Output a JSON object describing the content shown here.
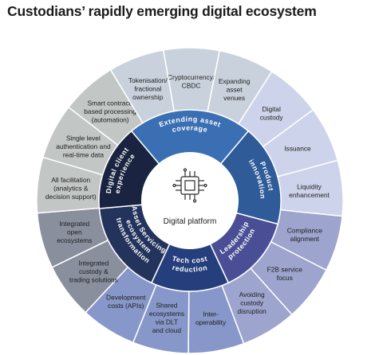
{
  "title": "Custodians’ rapidly emerging digital ecosystem",
  "center": {
    "label": "Digital platform",
    "icon": "chip-icon"
  },
  "inner_ring": [
    {
      "label": "Extending asset coverage",
      "lines": [
        "Extending asset",
        "coverage"
      ],
      "color": "#3b6fb3",
      "start": -40,
      "end": 40
    },
    {
      "label": "Product innovation",
      "lines": [
        "Product",
        "innovation"
      ],
      "color": "#2f5b98",
      "start": 40,
      "end": 105
    },
    {
      "label": "Leadership protection",
      "lines": [
        "Leadership",
        "protection"
      ],
      "color": "#4a4f95",
      "start": 105,
      "end": 155
    },
    {
      "label": "Tech cost reduction",
      "lines": [
        "Tech cost",
        "reduction"
      ],
      "color": "#253e7c",
      "start": 155,
      "end": 205
    },
    {
      "label": "Asset servicing ecosystem transformation",
      "lines": [
        "Asset Servicing",
        "ecosystem",
        "transformation"
      ],
      "color": "#24335c",
      "start": 205,
      "end": 265
    },
    {
      "label": "Digital client experience",
      "lines": [
        "Digital client",
        "experience"
      ],
      "color": "#1a2340",
      "start": 265,
      "end": 320
    }
  ],
  "outer_ring": [
    {
      "lines": [
        "Cryptocurrency/",
        "CBDC"
      ],
      "color": "#c9d2dc"
    },
    {
      "lines": [
        "Expanding",
        "asset",
        "venues"
      ],
      "color": "#c9d2dc"
    },
    {
      "lines": [
        "Digital",
        "custody"
      ],
      "color": "#cdd3ea"
    },
    {
      "lines": [
        "Issuance"
      ],
      "color": "#cdd3ea"
    },
    {
      "lines": [
        "Liquidity",
        "enhancement"
      ],
      "color": "#cdd3ea"
    },
    {
      "lines": [
        "Compliance",
        "alignment"
      ],
      "color": "#9da4cd"
    },
    {
      "lines": [
        "F2B service",
        "focus"
      ],
      "color": "#9da4cd"
    },
    {
      "lines": [
        "Avoiding",
        "custody",
        "disruption"
      ],
      "color": "#9da4cd"
    },
    {
      "lines": [
        "Inter-",
        "operability"
      ],
      "color": "#8797c9"
    },
    {
      "lines": [
        "Shared",
        "ecosystems",
        "via DLT",
        "and cloud"
      ],
      "color": "#8797c9"
    },
    {
      "lines": [
        "Development",
        "costs (APIs)"
      ],
      "color": "#8797c9"
    },
    {
      "lines": [
        "Integrated",
        "custody &",
        "trading solutions"
      ],
      "color": "#8a8f9e"
    },
    {
      "lines": [
        "Integrated",
        "open",
        "ecosystems"
      ],
      "color": "#8a8f9e"
    },
    {
      "lines": [
        "All facilitation",
        "(analytics &",
        "decision support)"
      ],
      "color": "#c2c6c5"
    },
    {
      "lines": [
        "Single level",
        "authentication and",
        "real-time data"
      ],
      "color": "#c2c6c5"
    },
    {
      "lines": [
        "Smart contract-",
        "based processing",
        "(automation)"
      ],
      "color": "#c2c6c5"
    },
    {
      "lines": [
        "Tokenisation/",
        "fractional",
        "ownership"
      ],
      "color": "#c9d2dc"
    }
  ]
}
